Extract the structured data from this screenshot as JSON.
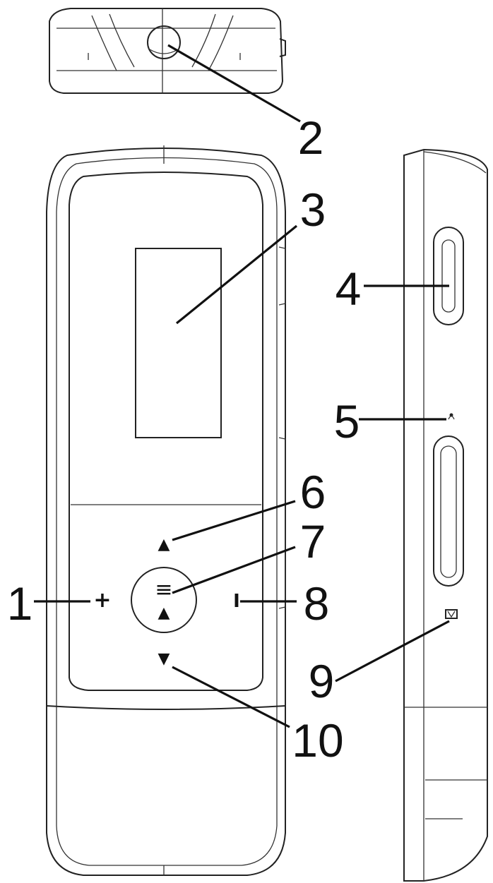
{
  "callouts": [
    {
      "id": "1",
      "label": "1"
    },
    {
      "id": "2",
      "label": "2"
    },
    {
      "id": "3",
      "label": "3"
    },
    {
      "id": "4",
      "label": "4"
    },
    {
      "id": "5",
      "label": "5"
    },
    {
      "id": "6",
      "label": "6"
    },
    {
      "id": "7",
      "label": "7"
    },
    {
      "id": "8",
      "label": "8"
    },
    {
      "id": "9",
      "label": "9"
    },
    {
      "id": "10",
      "label": "10"
    }
  ],
  "buttons": {
    "plus": "+",
    "minus": "I",
    "up": "▲",
    "down": "▼",
    "center_menu": "≡",
    "center_play": "▲"
  },
  "icons": {
    "mic_marker": "mic-icon",
    "card_marker": "card-slot-icon"
  },
  "colors": {
    "line": "#222222",
    "background": "#ffffff"
  }
}
